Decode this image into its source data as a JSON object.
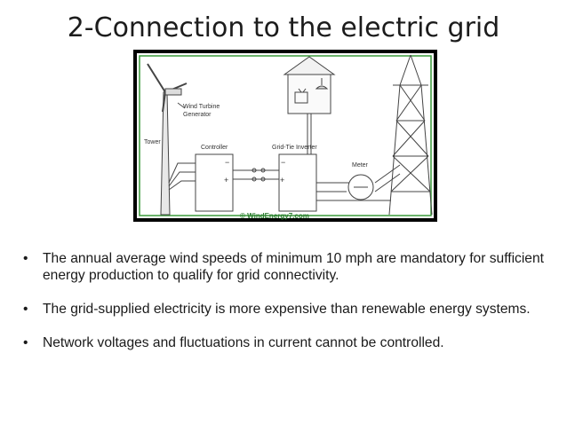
{
  "slide": {
    "title": "2-Connection to the electric grid"
  },
  "diagram": {
    "labels": {
      "wind_turbine": "Wind Turbine",
      "generator": "Generator",
      "tower": "Tower",
      "controller": "Controller",
      "inverter": "Grid-Tie Inverter",
      "meter": "Meter",
      "credit": "© WindEnergy7.com",
      "minus": "−",
      "plus": "+"
    },
    "colors": {
      "frame": "#3a9a3a",
      "line": "#333333",
      "watermark": "#2e7d32"
    }
  },
  "bullets": [
    {
      "marker": "•",
      "text": "The annual average wind speeds of minimum 10 mph are mandatory for sufficient energy production to qualify for grid connectivity."
    },
    {
      "marker": "•",
      "text": "The grid-supplied electricity is more expensive than renewable energy systems."
    },
    {
      "marker": "•",
      "text": "Network voltages and fluctuations in current cannot be controlled."
    }
  ]
}
